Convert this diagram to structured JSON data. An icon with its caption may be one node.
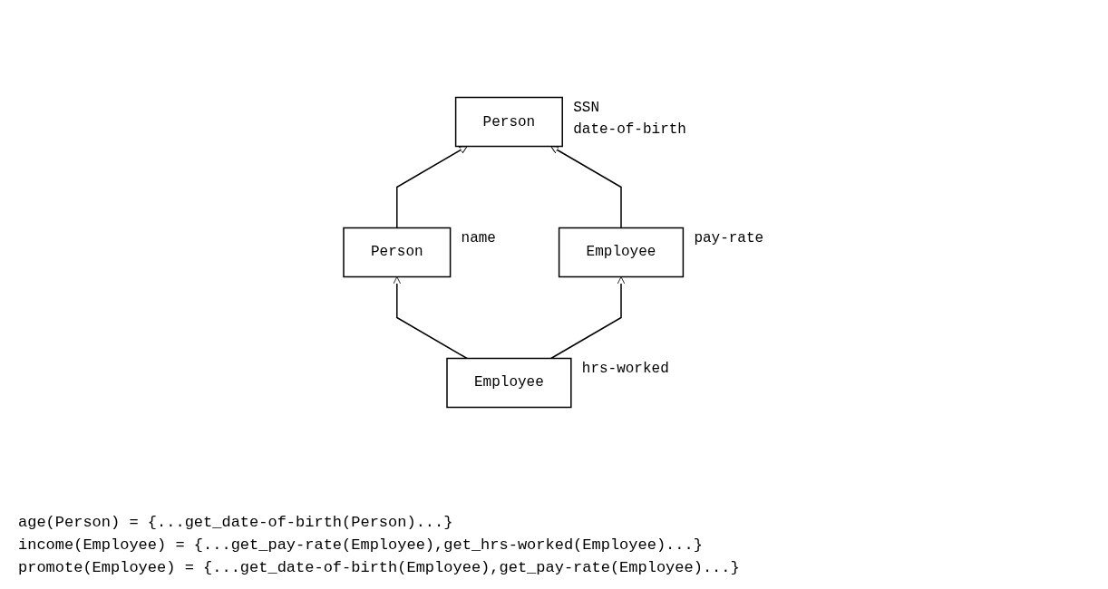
{
  "diagram": {
    "nodes": [
      {
        "text": [
          "Person"
        ],
        "beside": [
          "name"
        ]
      },
      {
        "text": [
          "Person"
        ],
        "beside": [
          "SSN",
          "date-of-birth"
        ]
      },
      {
        "text": [
          "Employee"
        ],
        "beside": [
          "hrs-worked"
        ]
      },
      {
        "text": [
          "Employee"
        ],
        "beside": [
          "pay-rate"
        ]
      }
    ],
    "edges": [
      {
        "from": 0,
        "to": 1,
        "arrow": "to"
      },
      {
        "from": 2,
        "to": 0,
        "arrow": "to"
      },
      {
        "from": 2,
        "to": 3,
        "arrow": "to"
      },
      {
        "from": 3,
        "to": 1,
        "arrow": "to"
      }
    ],
    "labels": [
      "age(Person) = {...get_date-of-birth(Person)...}",
      "income(Employee) = {...get_pay-rate(Employee),get_hrs-worked(Employee)...}",
      "promote(Employee) = {...get_date-of-birth(Employee),get_pay-rate(Employee)...}"
    ]
  }
}
